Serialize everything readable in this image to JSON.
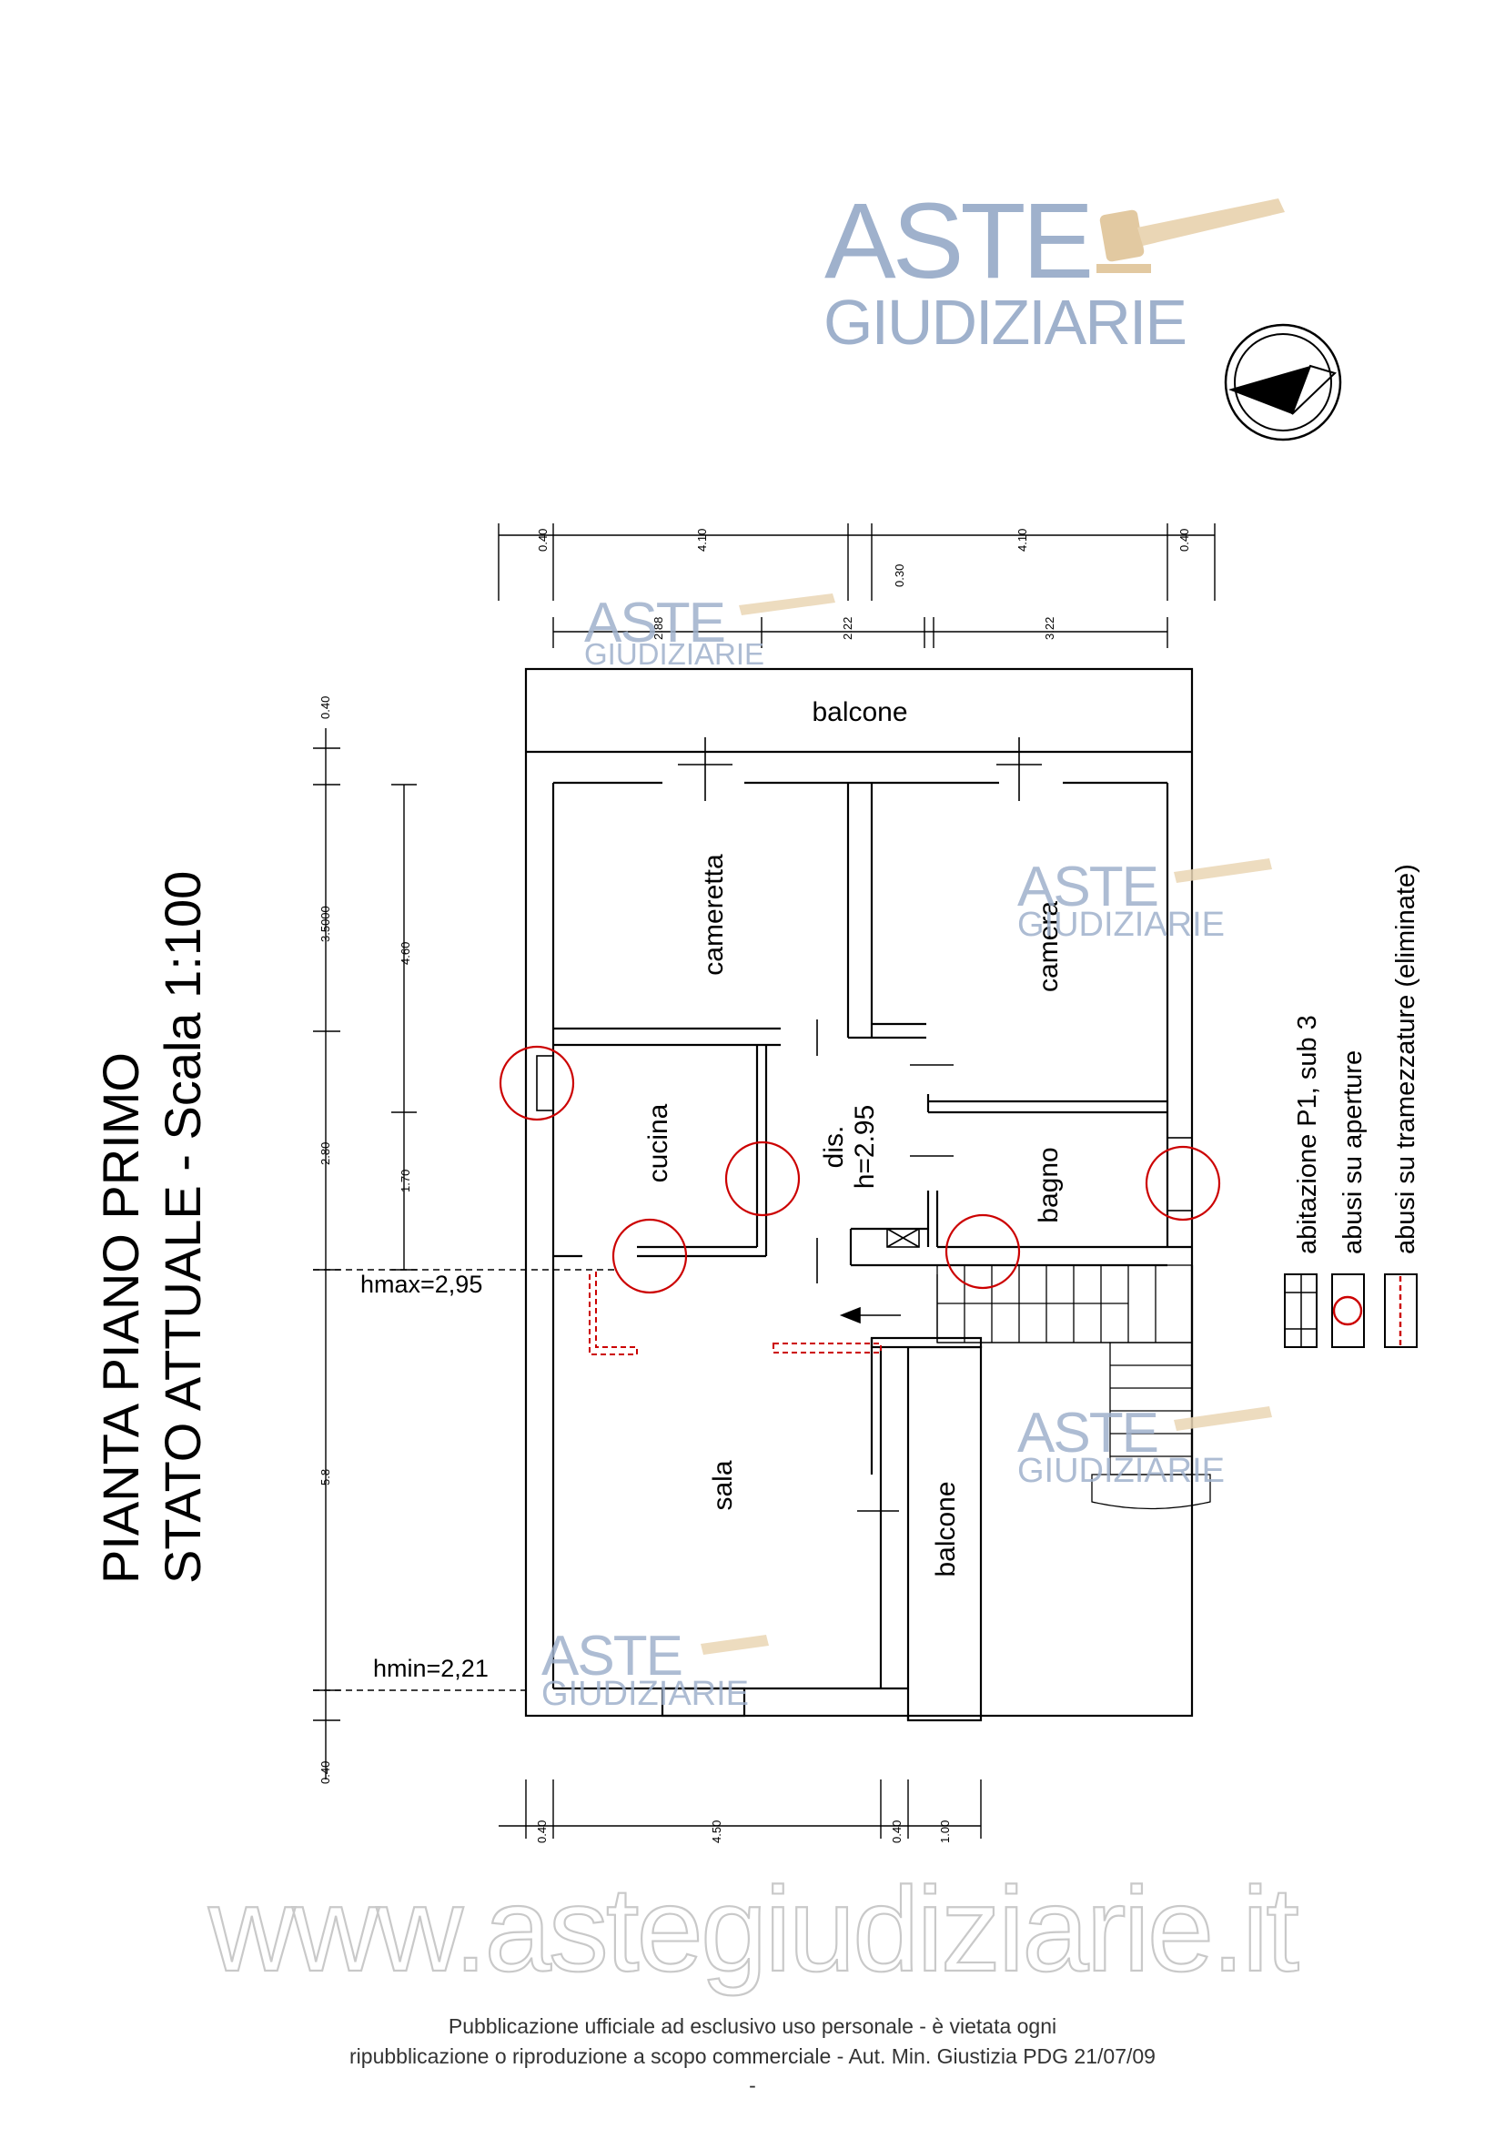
{
  "watermark": {
    "line1": "ASTE",
    "line2": "GIUDIZIARIE",
    "url": "www.astegiudiziarie.it",
    "color": "#9fb1cc",
    "gavel_color": "#e2c9a1"
  },
  "title": {
    "line1": "PIANTA PIANO PRIMO",
    "line2": "STATO ATTUALE - Scala 1:100"
  },
  "rooms": {
    "balcone_top": "balcone",
    "cameretta": "cameretta",
    "camera": "camera",
    "cucina": "cucina",
    "dis": "dis.",
    "dis_height": "h=2.95",
    "bagno": "bagno",
    "sala": "sala",
    "balcone_side": "balcone"
  },
  "heights": {
    "hmax": "hmax=2,95",
    "hmin": "hmin=2,21"
  },
  "dimensions": {
    "top_row1": [
      "0.40",
      "4.10",
      "0.30",
      "4.10",
      "0.40"
    ],
    "top_row2": [
      "2.88",
      "2.22",
      "3.22"
    ],
    "left_outer": [
      "0.40",
      "3.5000",
      "2.80",
      "5.8",
      "0.40"
    ],
    "left_inner": [
      "4.60",
      "1.70"
    ],
    "bottom": [
      "0.40",
      "4.50",
      "0.40",
      "1.00"
    ]
  },
  "legend": [
    {
      "label": "abitazione P1, sub 3",
      "symbol": "double-line"
    },
    {
      "label": "abusi su aperture",
      "symbol": "red-circle"
    },
    {
      "label": "abusi su tramezzature (eliminate)",
      "symbol": "red-dashed"
    }
  ],
  "colors": {
    "abuse": "#cc0000",
    "line": "#000000"
  },
  "footer": {
    "line1": "Pubblicazione ufficiale ad esclusivo uso personale - è vietata ogni",
    "line2": "ripubblicazione o riproduzione a scopo commerciale - Aut. Min. Giustizia PDG 21/07/09",
    "line3": "-"
  }
}
